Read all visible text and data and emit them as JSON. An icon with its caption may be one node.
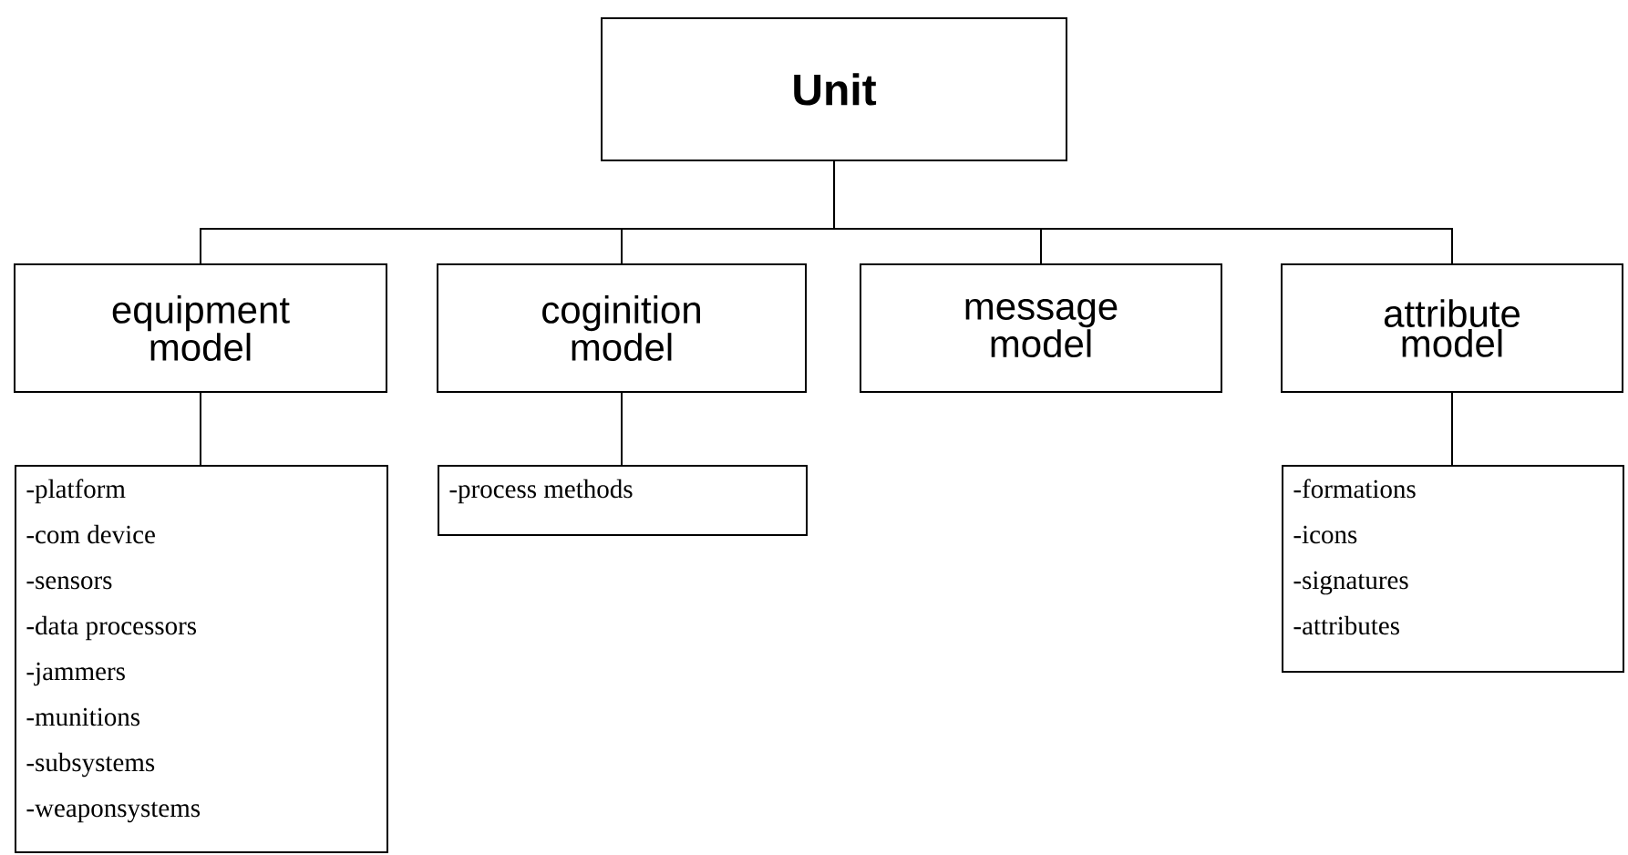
{
  "diagram": {
    "nodes": [
      {
        "text": [
          "Unit"
        ]
      },
      {
        "text": [
          "equipment model"
        ]
      },
      {
        "text": [
          "coginition model"
        ]
      },
      {
        "text": [
          "message model"
        ]
      },
      {
        "text": [
          "attribute model"
        ]
      },
      {
        "text": [
          "-platform",
          "-com device",
          "-sensors",
          "-data processors",
          "-jammers",
          "-munitions",
          "-subsystems",
          "-weaponsystems"
        ]
      },
      {
        "text": [
          "-process methods"
        ]
      },
      {
        "text": [
          "-formations",
          "-icons",
          "-signatures",
          "-attributes"
        ]
      }
    ],
    "edges": [
      {
        "from": 0,
        "to": 1,
        "arrow": "none"
      },
      {
        "from": 0,
        "to": 2,
        "arrow": "none"
      },
      {
        "from": 0,
        "to": 3,
        "arrow": "none"
      },
      {
        "from": 0,
        "to": 4,
        "arrow": "none"
      },
      {
        "from": 1,
        "to": 5,
        "arrow": "none"
      },
      {
        "from": 2,
        "to": 6,
        "arrow": "none"
      },
      {
        "from": 4,
        "to": 7,
        "arrow": "none"
      }
    ]
  }
}
